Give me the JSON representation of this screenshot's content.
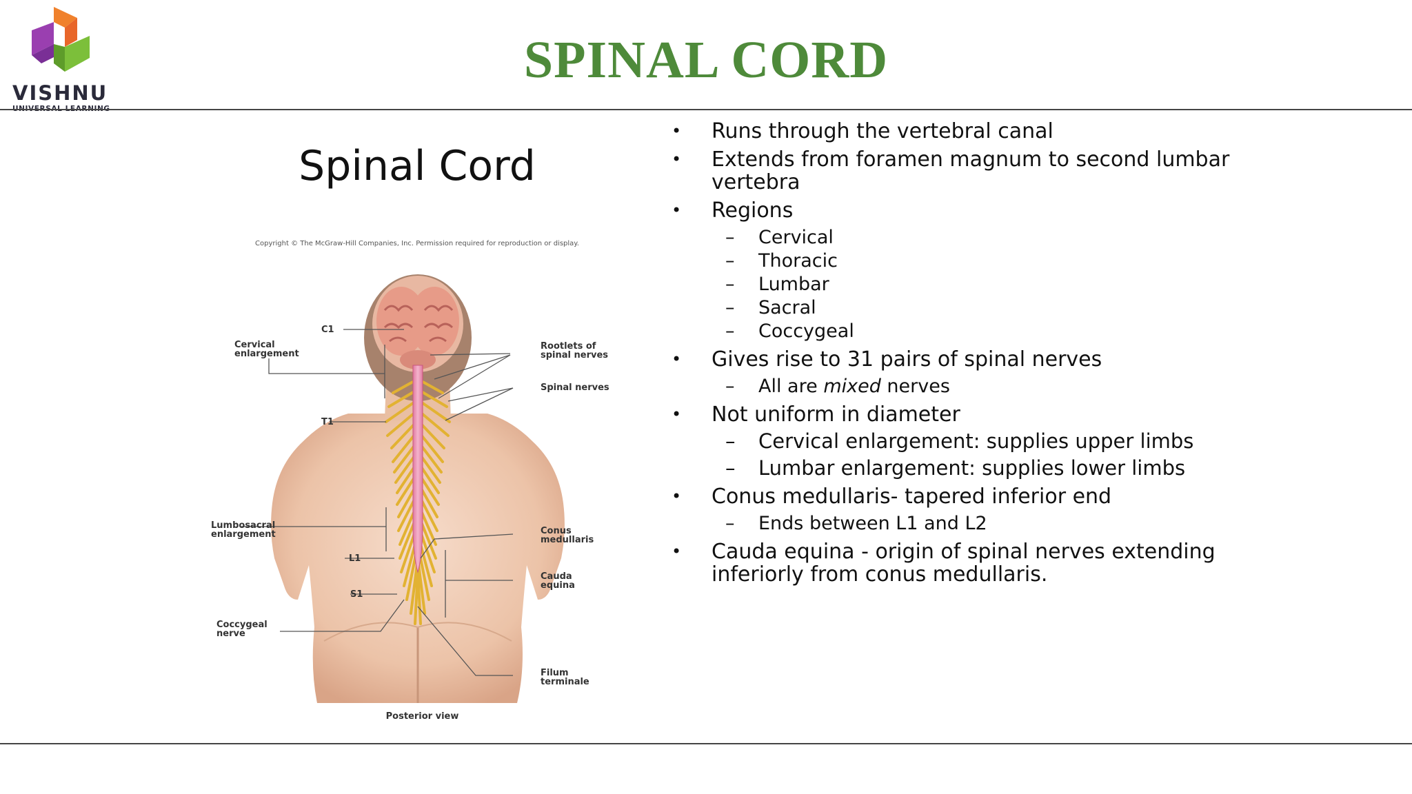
{
  "brand": {
    "name": "VISHNU",
    "tagline": "UNIVERSAL LEARNING"
  },
  "page_title": "SPINAL CORD",
  "figure": {
    "title": "Spinal Cord",
    "copyright": "Copyright © The McGraw-Hill Companies, Inc. Permission required for reproduction or display.",
    "labels": {
      "c1": "C1",
      "cervical": "Cervical\nenlargement",
      "t1": "T1",
      "lumbosacral": "Lumbosacral\nenlargement",
      "l1": "L1",
      "s1": "S1",
      "coccygeal": "Coccygeal\nnerve",
      "rootlets": "Rootlets of\nspinal nerves",
      "spinal_nerves": "Spinal nerves",
      "conus": "Conus\nmedullaris",
      "cauda": "Cauda\nequina",
      "filum": "Filum\nterminale"
    },
    "caption": "Posterior view"
  },
  "bullets": {
    "b1": "Runs through the vertebral canal",
    "b2": "Extends from foramen magnum to second lumbar vertebra",
    "b3": "Regions",
    "regions": [
      "Cervical",
      "Thoracic",
      "Lumbar",
      "Sacral",
      "Coccygeal"
    ],
    "b4": "Gives rise to 31 pairs of spinal nerves",
    "b4_sub_pre": "All are ",
    "b4_sub_em": "mixed",
    "b4_sub_post": " nerves",
    "b5": "Not uniform in diameter",
    "b5_sub1": "Cervical enlargement: supplies upper limbs",
    "b5_sub2": "Lumbar enlargement: supplies lower limbs",
    "b6": "Conus medullaris- tapered inferior end",
    "b6_sub": "Ends between L1 and L2",
    "b7": "Cauda equina - origin of spinal nerves extending inferiorly from conus medullaris."
  },
  "colors": {
    "title_green": "#4e8a3a",
    "logo_orange": "#f0812c",
    "logo_purple": "#8a3aa0",
    "logo_green": "#7cbf3a"
  }
}
